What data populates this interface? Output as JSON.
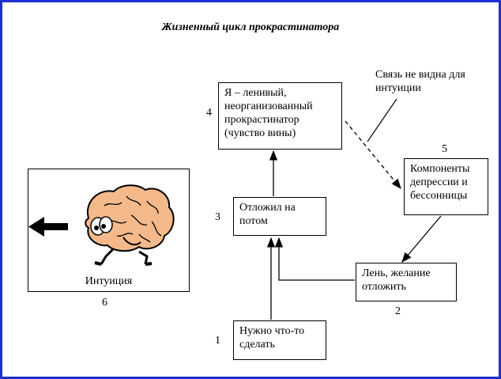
{
  "title": "Жизненный цикл прокрастинатора",
  "nodes": {
    "n1": {
      "number": "1",
      "text": "Нужно что-то сделать"
    },
    "n2": {
      "number": "2",
      "text": "Лень, желание отложить"
    },
    "n3": {
      "number": "3",
      "text": "Отложил на потом"
    },
    "n4": {
      "number": "4",
      "text": "Я – ленивый, неорганизованный прокрастинатор (чувство вины)"
    },
    "n5": {
      "number": "5",
      "text": "Компоненты депрессии и бессонницы"
    },
    "n6": {
      "number": "6",
      "text": "Интуиция"
    }
  },
  "note": "Связь не видна для интуиции",
  "icons": [
    "brain-character-icon",
    "left-arrow-icon"
  ],
  "colors": {
    "frame": "#1f2fd0",
    "brain": "#f4b98a"
  }
}
